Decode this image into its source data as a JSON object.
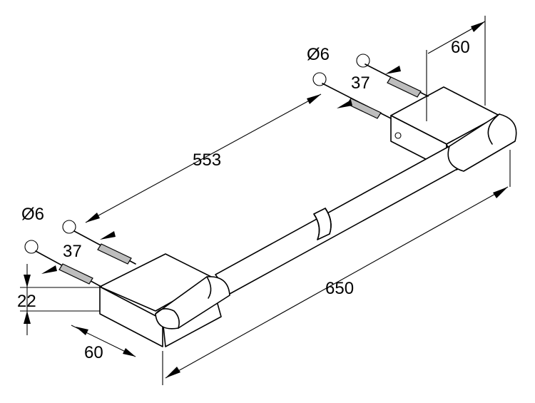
{
  "dimensions": {
    "hole_spacing": "553",
    "overall_length": "650",
    "hole_diameter_right": "Ø6",
    "hole_diameter_left": "Ø6",
    "screw_length_right": "37",
    "screw_length_left": "37",
    "mount_depth_right": "60",
    "mount_depth_left": "60",
    "mount_height": "22"
  }
}
